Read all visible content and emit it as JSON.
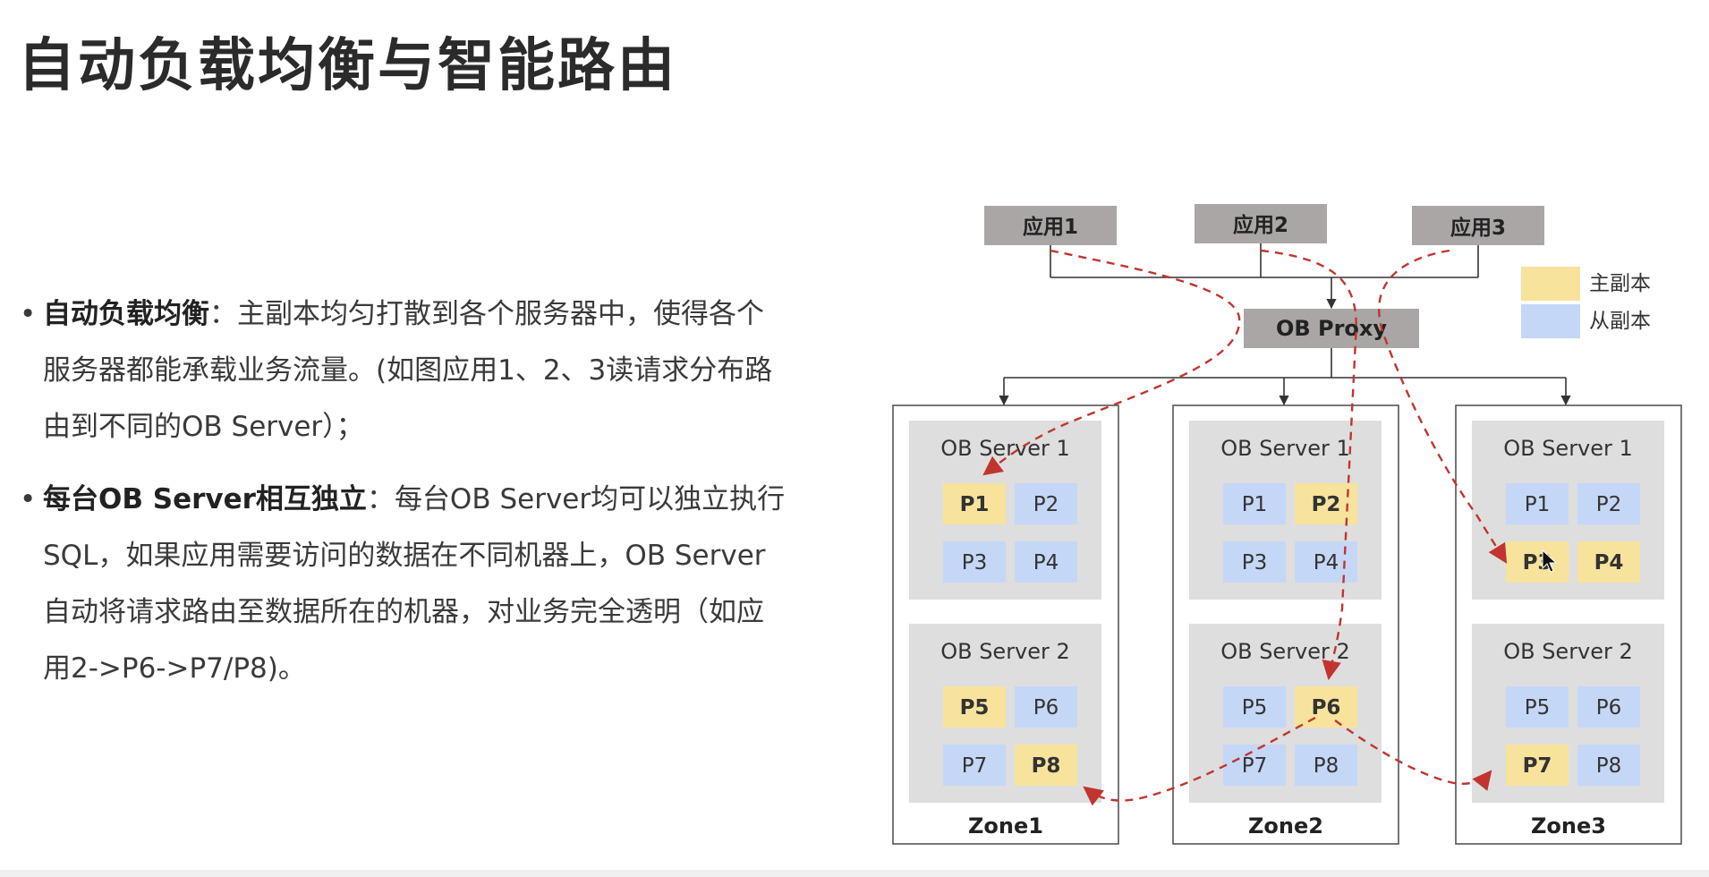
{
  "title": "自动负载均衡与智能路由",
  "bullets": [
    {
      "lead": "自动负载均衡",
      "sep": "：",
      "text": "主副本均匀打散到各个服务器中，使得各个服务器都能承载业务流量。(如图应用1、2、3读请求分布路由到不同的OB Server）；"
    },
    {
      "lead": "每台OB  Server相互独立",
      "sep": "：",
      "text": "每台OB  Server均可以独立执行SQL，如果应用需要访问的数据在不同机器上，OB  Server自动将请求路由至数据所在的机器，对业务完全透明（如应用2->P6->P7/P8)。"
    }
  ],
  "diagram": {
    "apps": [
      "应用1",
      "应用2",
      "应用3"
    ],
    "proxy": "OB Proxy",
    "legend": {
      "primary": "主副本",
      "replica": "从副本"
    },
    "colors": {
      "primary": "#f7e39c",
      "replica": "#c5d7f7",
      "server_bg": "#dedede",
      "app_bg": "#a9a6a5",
      "arrow": "#c0352f"
    },
    "zones": [
      {
        "name": "Zone1",
        "servers": [
          {
            "name": "OB Server 1",
            "parts": [
              {
                "label": "P1",
                "primary": true
              },
              {
                "label": "P2",
                "primary": false
              },
              {
                "label": "P3",
                "primary": false
              },
              {
                "label": "P4",
                "primary": false
              }
            ]
          },
          {
            "name": "OB Server 2",
            "parts": [
              {
                "label": "P5",
                "primary": true
              },
              {
                "label": "P6",
                "primary": false
              },
              {
                "label": "P7",
                "primary": false
              },
              {
                "label": "P8",
                "primary": true
              }
            ]
          }
        ]
      },
      {
        "name": "Zone2",
        "servers": [
          {
            "name": "OB Server 1",
            "parts": [
              {
                "label": "P1",
                "primary": false
              },
              {
                "label": "P2",
                "primary": true
              },
              {
                "label": "P3",
                "primary": false
              },
              {
                "label": "P4",
                "primary": false
              }
            ]
          },
          {
            "name": "OB Server 2",
            "parts": [
              {
                "label": "P5",
                "primary": false
              },
              {
                "label": "P6",
                "primary": true
              },
              {
                "label": "P7",
                "primary": false
              },
              {
                "label": "P8",
                "primary": false
              }
            ]
          }
        ]
      },
      {
        "name": "Zone3",
        "servers": [
          {
            "name": "OB Server 1",
            "parts": [
              {
                "label": "P1",
                "primary": false
              },
              {
                "label": "P2",
                "primary": false
              },
              {
                "label": "P3",
                "primary": true
              },
              {
                "label": "P4",
                "primary": true
              }
            ]
          },
          {
            "name": "OB Server 2",
            "parts": [
              {
                "label": "P5",
                "primary": false
              },
              {
                "label": "P6",
                "primary": false
              },
              {
                "label": "P7",
                "primary": true
              },
              {
                "label": "P8",
                "primary": false
              }
            ]
          }
        ]
      }
    ]
  }
}
